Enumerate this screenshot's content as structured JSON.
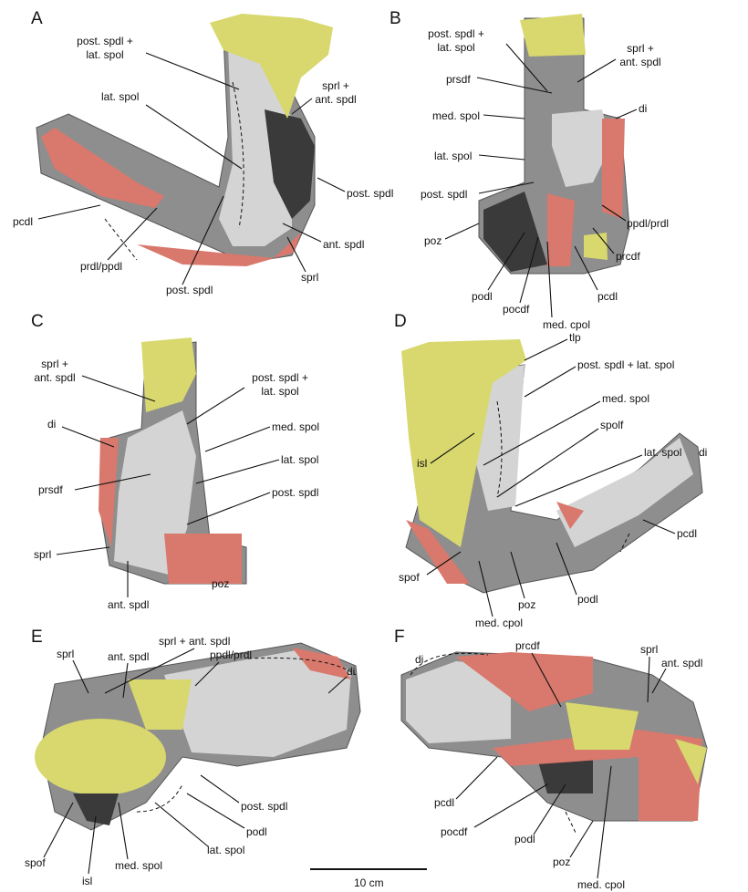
{
  "panels": {
    "A": {
      "letter": "A",
      "labels": [
        "post. spdl +\nlat. spol",
        "lat. spol",
        "sprl +\nant. spdl",
        "pcdl",
        "prdl/ppdl",
        "post. spdl",
        "ant. spdl",
        "sprl",
        "post. spdl"
      ]
    },
    "B": {
      "letter": "B",
      "labels": [
        "post. spdl +\nlat. spol",
        "sprl +\nant. spdl",
        "prsdf",
        "med. spol",
        "di",
        "lat. spol",
        "post. spdl",
        "ppdl/prdl",
        "poz",
        "prcdf",
        "podl",
        "pocdf",
        "med. cpol",
        "pcdl"
      ]
    },
    "C": {
      "letter": "C",
      "labels": [
        "sprl +\nant. spdl",
        "post. spdl +\nlat. spol",
        "di",
        "med. spol",
        "lat. spol",
        "prsdf",
        "post. spdl",
        "sprl",
        "ant. spdl",
        "poz"
      ]
    },
    "D": {
      "letter": "D",
      "labels": [
        "tlp",
        "post. spdl + lat. spol",
        "med. spol",
        "spolf",
        "lat. spol",
        "di",
        "isl",
        "pcdl",
        "spof",
        "podl",
        "poz",
        "med. cpol"
      ]
    },
    "E": {
      "letter": "E",
      "labels": [
        "sprl + ant. spdl",
        "sprl",
        "ant. spdl",
        "ppdl/prdl",
        "di",
        "post. spdl",
        "podl",
        "lat. spol",
        "med. spol",
        "spof",
        "isl"
      ]
    },
    "F": {
      "letter": "F",
      "labels": [
        "di",
        "prcdf",
        "sprl",
        "ant. spdl",
        "pcdl",
        "pocdf",
        "podl",
        "poz",
        "med. cpol"
      ]
    }
  },
  "scale_bar": {
    "label": "10 cm"
  },
  "colors": {
    "bone": "#8e8e8e",
    "yellow": "#d8d86e",
    "salmon": "#d9786c"
  }
}
